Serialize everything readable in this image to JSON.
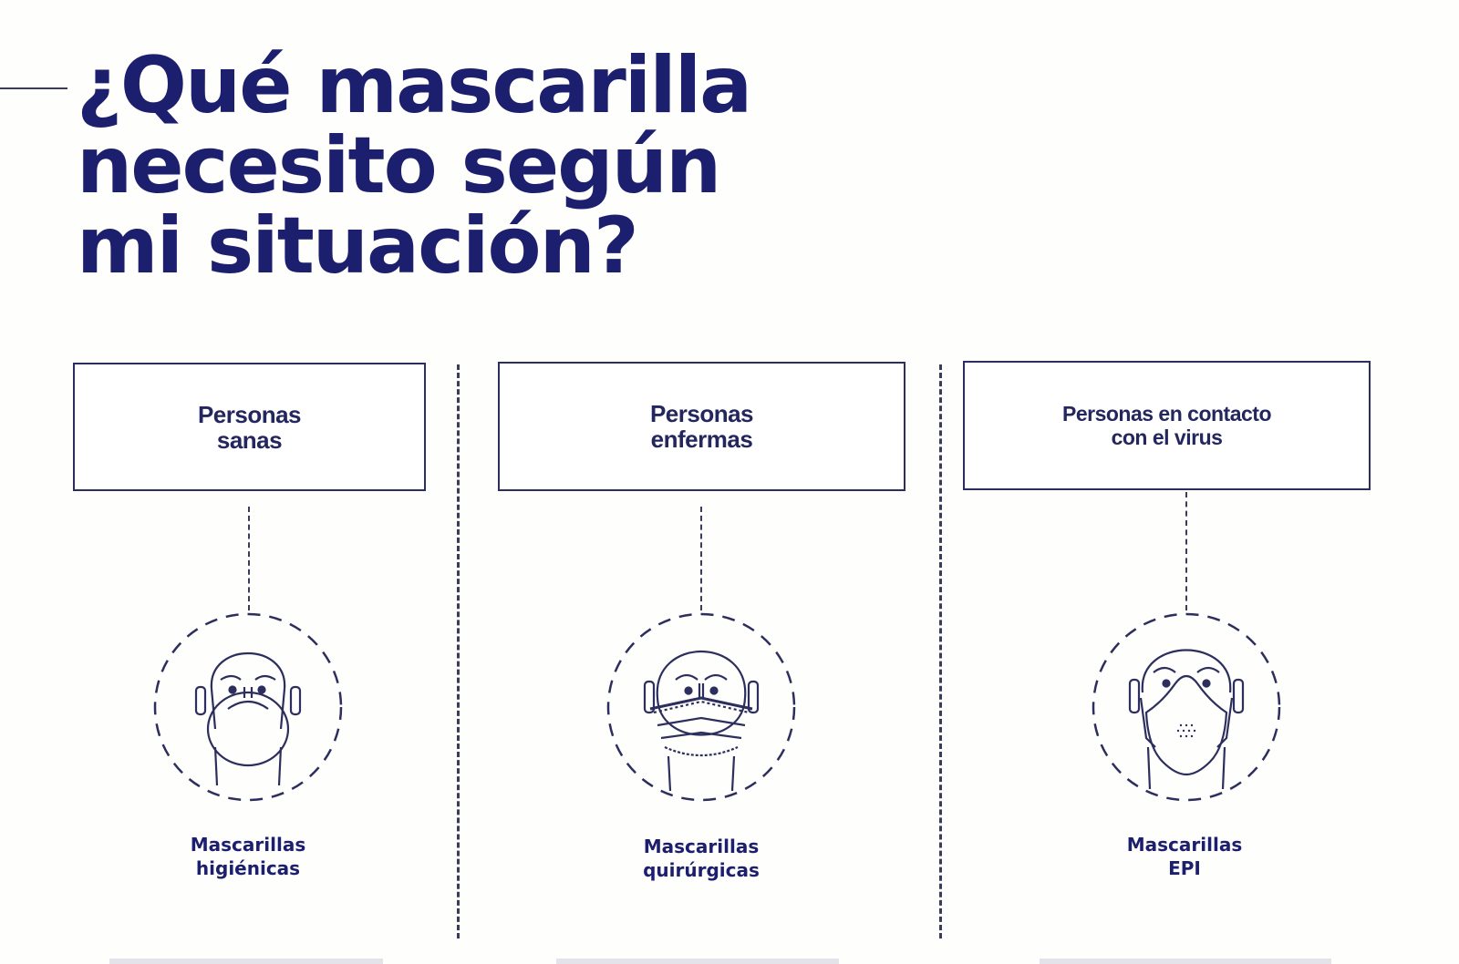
{
  "title": {
    "lines": [
      "¿Qué mascarilla",
      "necesito según",
      "mi situación?"
    ]
  },
  "columns": [
    {
      "situation": [
        "Personas",
        "sanas"
      ],
      "icon": "face-with-hygienic-mask-icon",
      "mask": [
        "Mascarillas",
        "higiénicas"
      ]
    },
    {
      "situation": [
        "Personas",
        "enfermas"
      ],
      "icon": "face-with-surgical-mask-icon",
      "mask": [
        "Mascarillas",
        "quirúrgicas"
      ]
    },
    {
      "situation": [
        "Personas en contacto",
        "con el virus"
      ],
      "icon": "face-with-epi-respirator-icon",
      "mask": [
        "Mascarillas",
        "EPI"
      ]
    }
  ],
  "colors": {
    "primary": "#1c1e6e",
    "line": "#2c2e5e",
    "background": "#fefefc"
  }
}
